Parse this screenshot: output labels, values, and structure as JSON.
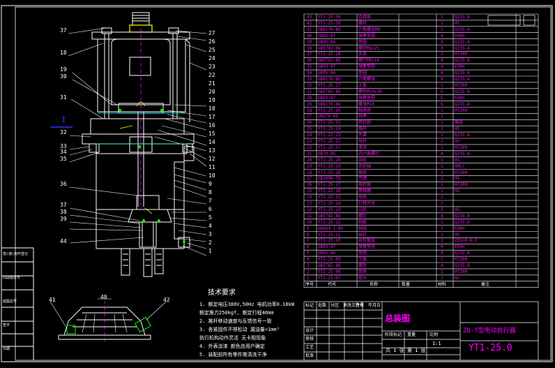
{
  "drawing": {
    "title_magenta": "总装图",
    "product_name": "ZQ-T型电动执行器",
    "drawing_number": "YT1-25.0",
    "scale": "1:1",
    "sheet": "1",
    "cut_marker": "I"
  },
  "callouts_left": [
    "37",
    "18",
    "19",
    "30",
    "31",
    "32",
    "33",
    "34",
    "35",
    "36",
    "37",
    "38",
    "39",
    "44"
  ],
  "callouts_right": [
    "27",
    "26",
    "25",
    "24",
    "23",
    "22",
    "21",
    "20",
    "19",
    "18",
    "17",
    "16",
    "15",
    "14",
    "13",
    "12",
    "11",
    "10",
    "9",
    "8",
    "7",
    "6",
    "5",
    "4",
    "3",
    "2",
    "1"
  ],
  "callouts_bottom": [
    "41",
    "40",
    "42"
  ],
  "tech_requirements": {
    "heading": "技术要求",
    "lines": [
      "1. 额定电压380V,50Hz 电机功率0.18kW",
      "   额定推力250kgf, 额定行程40mm",
      "2. 推杆移动速度与反馈信号一致",
      "3. 各紧固件不得松动 漏油量<1mm³",
      "   执行机构动作灵活 无卡阻现象",
      "4. 外表涂漆 颜色由用户确定",
      "5. 装配前所有零件需清洗干净"
    ]
  },
  "bom_rows": [
    [
      "43",
      "YT1-25-30",
      "连接板",
      "1",
      "Q235-A"
    ],
    [
      "42",
      "YT1-25-29",
      "螺杆",
      "1",
      "45"
    ],
    [
      "41",
      "GB6170-86",
      "六角螺母M8",
      "2",
      "Q235-A"
    ],
    [
      "40",
      "GB93-87",
      "弹簧垫圈",
      "4",
      "65Mn"
    ],
    [
      "39",
      "GB95-86",
      "垫圈",
      "4",
      "Q235-A"
    ],
    [
      "38",
      "GB5782-86",
      "螺栓M8x25",
      "4",
      "Q235-A"
    ],
    [
      "37",
      "YT1-25-28",
      "支架",
      "1",
      "HT200"
    ],
    [
      "36",
      "GB5783-86",
      "螺钉M6x16",
      "4",
      "Q235-A"
    ],
    [
      "35",
      "GB93-87",
      "弹簧垫圈",
      "4",
      "65Mn"
    ],
    [
      "34",
      "GB95-86",
      "垫圈",
      "4",
      "Q235-A"
    ],
    [
      "33",
      "GB6170-86",
      "六角螺母",
      "4",
      "Q235-A"
    ],
    [
      "32",
      "YT1-25-27",
      "上盖",
      "1",
      "HT200"
    ],
    [
      "31",
      "GB5782-86",
      "螺栓M10x30",
      "6",
      "Q235-A"
    ],
    [
      "30",
      "GB93-87",
      "弹簧垫圈",
      "6",
      "65Mn"
    ],
    [
      "29",
      "GB6170-86",
      "螺母M10",
      "6",
      "Q235-A"
    ],
    [
      "28",
      "YT1-25-26",
      "轴承座",
      "1",
      "HT200"
    ],
    [
      "27",
      "GB276-89",
      "轴承",
      "2",
      ""
    ],
    [
      "26",
      "YT1-25-25",
      "密封圈",
      "1",
      "橡胶"
    ],
    [
      "25",
      "YT1-25-24",
      "推杆",
      "1",
      "45"
    ],
    [
      "24",
      "YT1-25-23",
      "外罩",
      "1",
      "Q235-A"
    ],
    [
      "23",
      "YT1-25-22",
      "导杆",
      "2",
      "45"
    ],
    [
      "22",
      "YT1-25-21",
      "滑块",
      "1",
      "HT200"
    ],
    [
      "21",
      "GB70-85",
      "内六角螺钉",
      "4",
      "Q235-A"
    ],
    [
      "20",
      "YT1-25-20",
      "齿轮",
      "1",
      "45"
    ],
    [
      "19",
      "YT1-25-19",
      "齿轮轴",
      "1",
      "40Cr"
    ],
    [
      "18",
      "YT1-25-18",
      "箱体",
      "1",
      "HT200"
    ],
    [
      "17",
      "GB1096-79",
      "平键",
      "2",
      "45"
    ],
    [
      "16",
      "YT1-25-17",
      "电机座",
      "1",
      "HT200"
    ],
    [
      "15",
      "YT1-25-16",
      "联轴器",
      "1",
      "45"
    ],
    [
      "14",
      "YT1-25-15",
      "电机",
      "1",
      ""
    ],
    [
      "13",
      "YT1-25-14",
      "行程开关",
      "2",
      ""
    ],
    [
      "12",
      "YT1-25-13",
      "凸轮",
      "2",
      "45"
    ],
    [
      "11",
      "GB5783-86",
      "螺钉",
      "4",
      "Q235-A"
    ],
    [
      "10",
      "YT1-25-12",
      "挡板",
      "1",
      "Q235-A"
    ],
    [
      "9",
      "GB894.1-86",
      "挡圈",
      "2",
      "65Mn"
    ],
    [
      "8",
      "YT1-25-11",
      "丝杠",
      "1",
      "45"
    ],
    [
      "7",
      "YT1-25-10",
      "丝杠螺母",
      "1",
      "ZQSn6-6-3"
    ],
    [
      "6",
      "GB93-87",
      "弹簧垫圈",
      "4",
      "65Mn"
    ],
    [
      "5",
      "GB95-86",
      "垫圈",
      "4",
      "Q235-A"
    ],
    [
      "4",
      "YT1-25-09",
      "下盖",
      "1",
      "HT200"
    ],
    [
      "3",
      "GB5782-86",
      "螺栓",
      "4",
      "Q235-A"
    ],
    [
      "2",
      "YT1-25-08",
      "底座",
      "1",
      "HT200"
    ],
    [
      "1",
      "YT1-25-07",
      "接头",
      "1",
      "45"
    ]
  ],
  "bom_header": [
    "序号",
    "代号",
    "名称",
    "数量",
    "材料",
    "备注"
  ],
  "left_strip": [
    "借(通)用件登记",
    "旧底图总号",
    "底图总号",
    "签字",
    "日期"
  ],
  "title_block": {
    "rows": [
      "标记",
      "处数",
      "分区",
      "更改文件号",
      "签名",
      "年月日"
    ],
    "design": "设计",
    "check": "审核",
    "process": "工艺",
    "approve": "批准",
    "stage": "阶段标记",
    "weight": "重量",
    "ratio": "比例",
    "sheet_label": "共 1 张 第 1 张"
  }
}
